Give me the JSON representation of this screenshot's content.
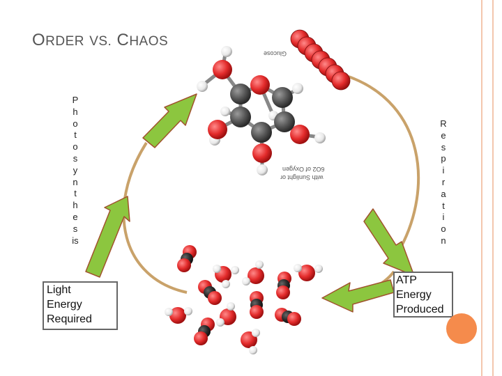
{
  "slide": {
    "title_first": "O",
    "title_rest1": "RDER",
    "title_vs": "VS.",
    "title_c": "C",
    "title_rest2": "HAOS"
  },
  "labels": {
    "photosynthesis_vertical": "P\nh\no\nt\no\ns\ny\nn\nt\nh\ne\ns\nis",
    "respiration_vertical": "R\ne\ns\np\ni\nr\na\nt\ni\no\nn",
    "light_energy": "Light\nEnergy\nRequired",
    "atp_energy": "ATP\nEnergy\nProduced"
  },
  "molecule_labels": {
    "top": "Glucose",
    "bottom_1": "6O2 of Oxygen",
    "bottom_2": "with Sunlight or"
  },
  "colors": {
    "arrow_fill": "#8cc63f",
    "arrow_outline": "#a0522d",
    "oxygen": "#e32b2b",
    "carbon": "#555555",
    "hydrogen": "#e8e8e8",
    "accent_dot": "#f58b4c",
    "frame": "#f3c6ad"
  }
}
